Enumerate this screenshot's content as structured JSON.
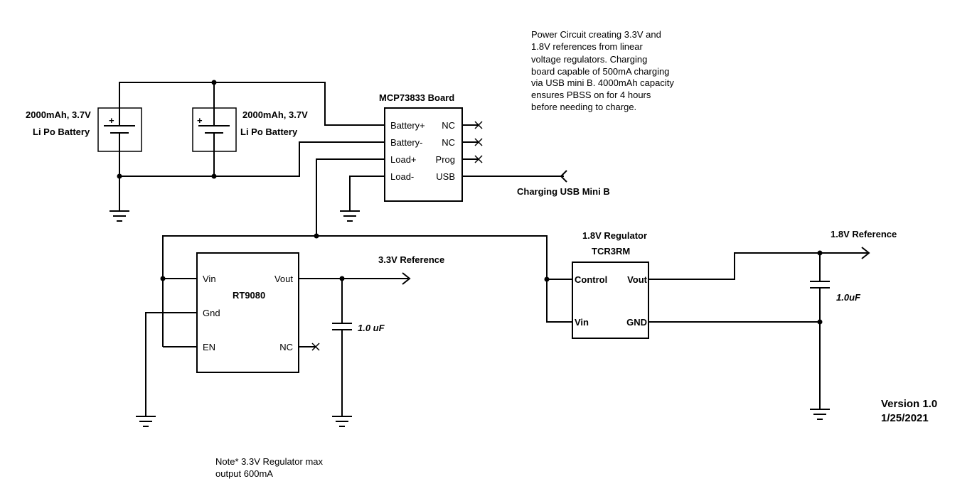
{
  "description_note": [
    "Power Circuit creating 3.3V and",
    "1.8V references from linear",
    "voltage regulators. Charging",
    "board capable of 500mA charging",
    "via USB mini B. 4000mAh capacity",
    "ensures PBSS on for 4 hours",
    "before needing to charge."
  ],
  "regulator_note": [
    "Note* 3.3V Regulator max",
    "output 600mA"
  ],
  "batteries": [
    {
      "capacity": "2000mAh, 3.7V",
      "type": "Li Po Battery"
    },
    {
      "capacity": "2000mAh, 3.7V",
      "type": "Li Po Battery"
    }
  ],
  "charger": {
    "title": "MCP73833 Board",
    "left_pins": [
      "Battery+",
      "Battery-",
      "Load+",
      "Load-"
    ],
    "right_pins": [
      "NC",
      "NC",
      "Prog",
      "USB"
    ],
    "usb_label": "Charging USB Mini B"
  },
  "reg33": {
    "name": "RT9080",
    "left_pins": [
      "Vin",
      "Gnd",
      "EN"
    ],
    "right_pins": [
      "Vout",
      "NC"
    ],
    "output_label": "3.3V Reference",
    "cap_label": "1.0 uF"
  },
  "reg18": {
    "title": "1.8V Regulator",
    "part": "TCR3RM",
    "left_pins": [
      "Control",
      "Vin"
    ],
    "right_pins": [
      "Vout",
      "GND"
    ],
    "output_label": "1.8V Reference",
    "cap_label": "1.0uF"
  },
  "version": {
    "label": "Version 1.0",
    "date": "1/25/2021"
  }
}
